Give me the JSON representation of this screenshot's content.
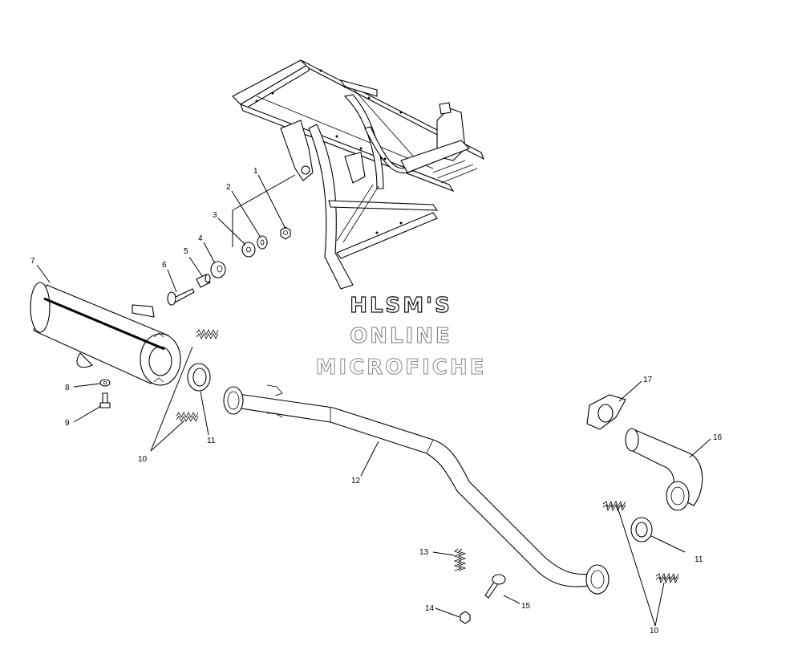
{
  "watermark": {
    "line1": "HLSM'S",
    "line2": "ONLINE",
    "line3": "MICROFICHE"
  },
  "callouts": {
    "c1": "1",
    "c2": "2",
    "c3": "3",
    "c4": "4",
    "c5": "5",
    "c6": "6",
    "c7": "7",
    "c8": "8",
    "c9": "9",
    "c10a": "10",
    "c10b": "10",
    "c11a": "11",
    "c11b": "11",
    "c12": "12",
    "c13": "13",
    "c14": "14",
    "c15": "15",
    "c16": "16",
    "c17": "17"
  }
}
